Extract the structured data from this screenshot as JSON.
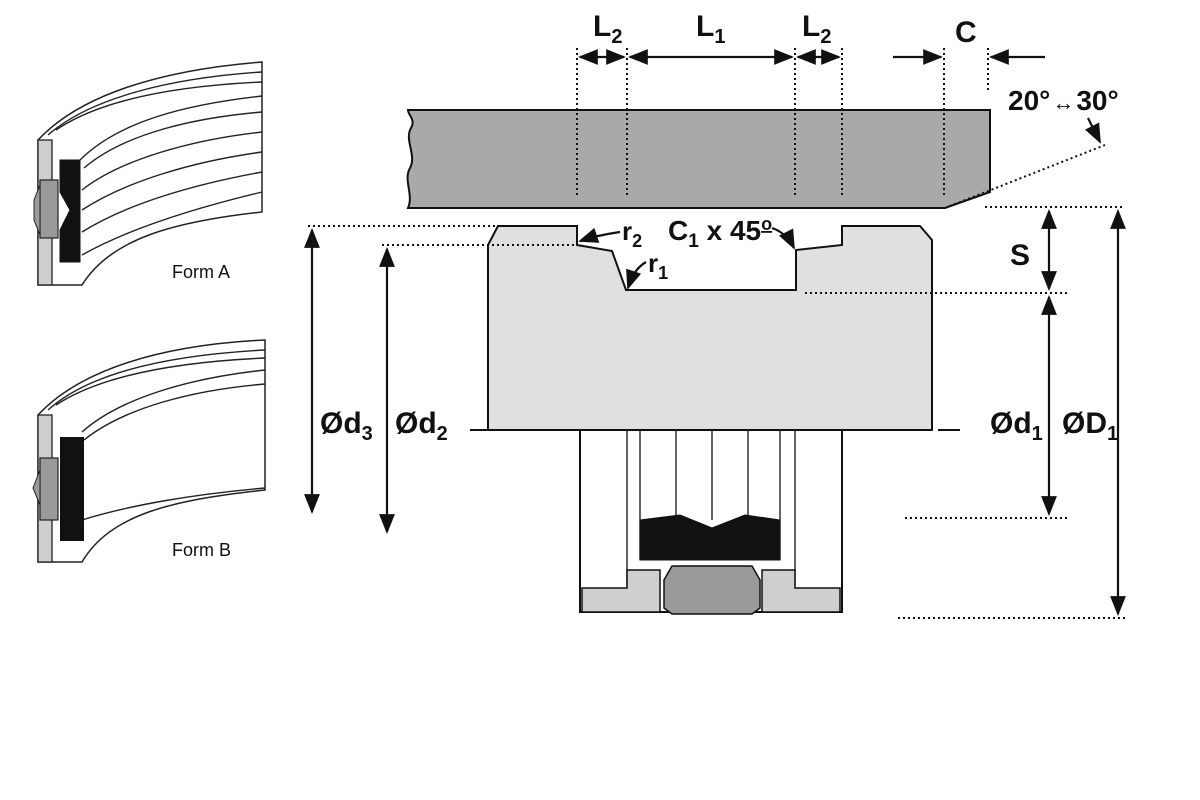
{
  "forms": {
    "form_a": {
      "label": "Form A"
    },
    "form_b": {
      "label": "Form B"
    }
  },
  "dimensions": {
    "L1": {
      "base": "L",
      "sub": "1"
    },
    "L2_left": {
      "base": "L",
      "sub": "2"
    },
    "L2_right": {
      "base": "L",
      "sub": "2"
    },
    "C": {
      "base": "C"
    },
    "angle_range": {
      "from": "20°",
      "arrow": "↔",
      "to": "30°"
    },
    "r1": {
      "base": "r",
      "sub": "1"
    },
    "r2": {
      "base": "r",
      "sub": "2"
    },
    "C1x45": {
      "base": "C",
      "sub": "1",
      "suffix": " x 45",
      "sup": "o"
    },
    "S": {
      "base": "S"
    },
    "d3": {
      "base": "Ød",
      "sub": "3"
    },
    "d2": {
      "base": "Ød",
      "sub": "2"
    },
    "d1": {
      "base": "Ød",
      "sub": "1"
    },
    "D1": {
      "base": "ØD",
      "sub": "1"
    }
  }
}
